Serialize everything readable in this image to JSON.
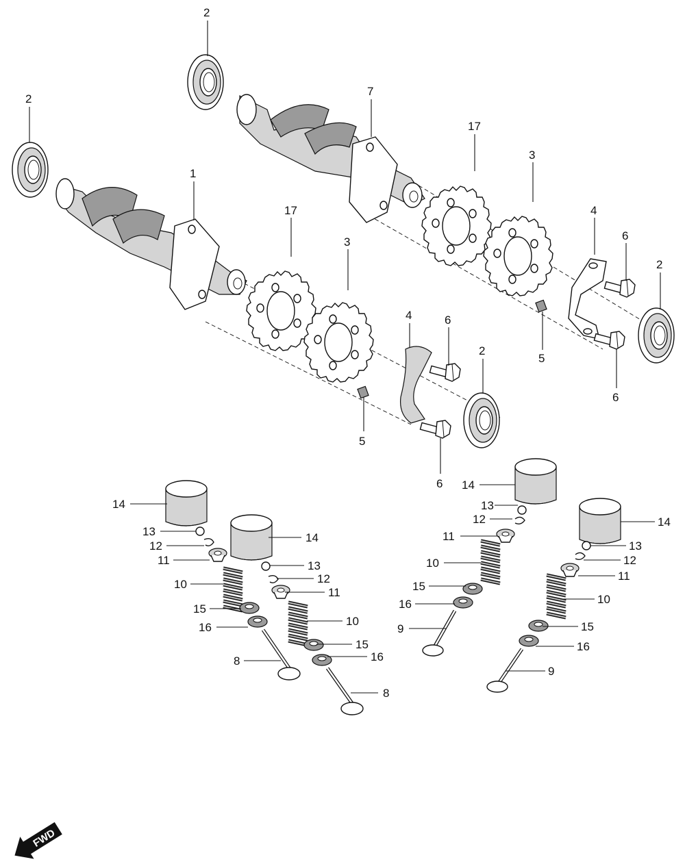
{
  "callouts": {
    "c1": "1",
    "c2": "2",
    "c3": "3",
    "c4": "4",
    "c5": "5",
    "c6": "6",
    "c7": "7",
    "c8": "8",
    "c9": "9",
    "c10": "10",
    "c11": "11",
    "c12": "12",
    "c13": "13",
    "c14": "14",
    "c15": "15",
    "c16": "16",
    "c17": "17"
  },
  "direction_badge": {
    "label": "FWD"
  }
}
